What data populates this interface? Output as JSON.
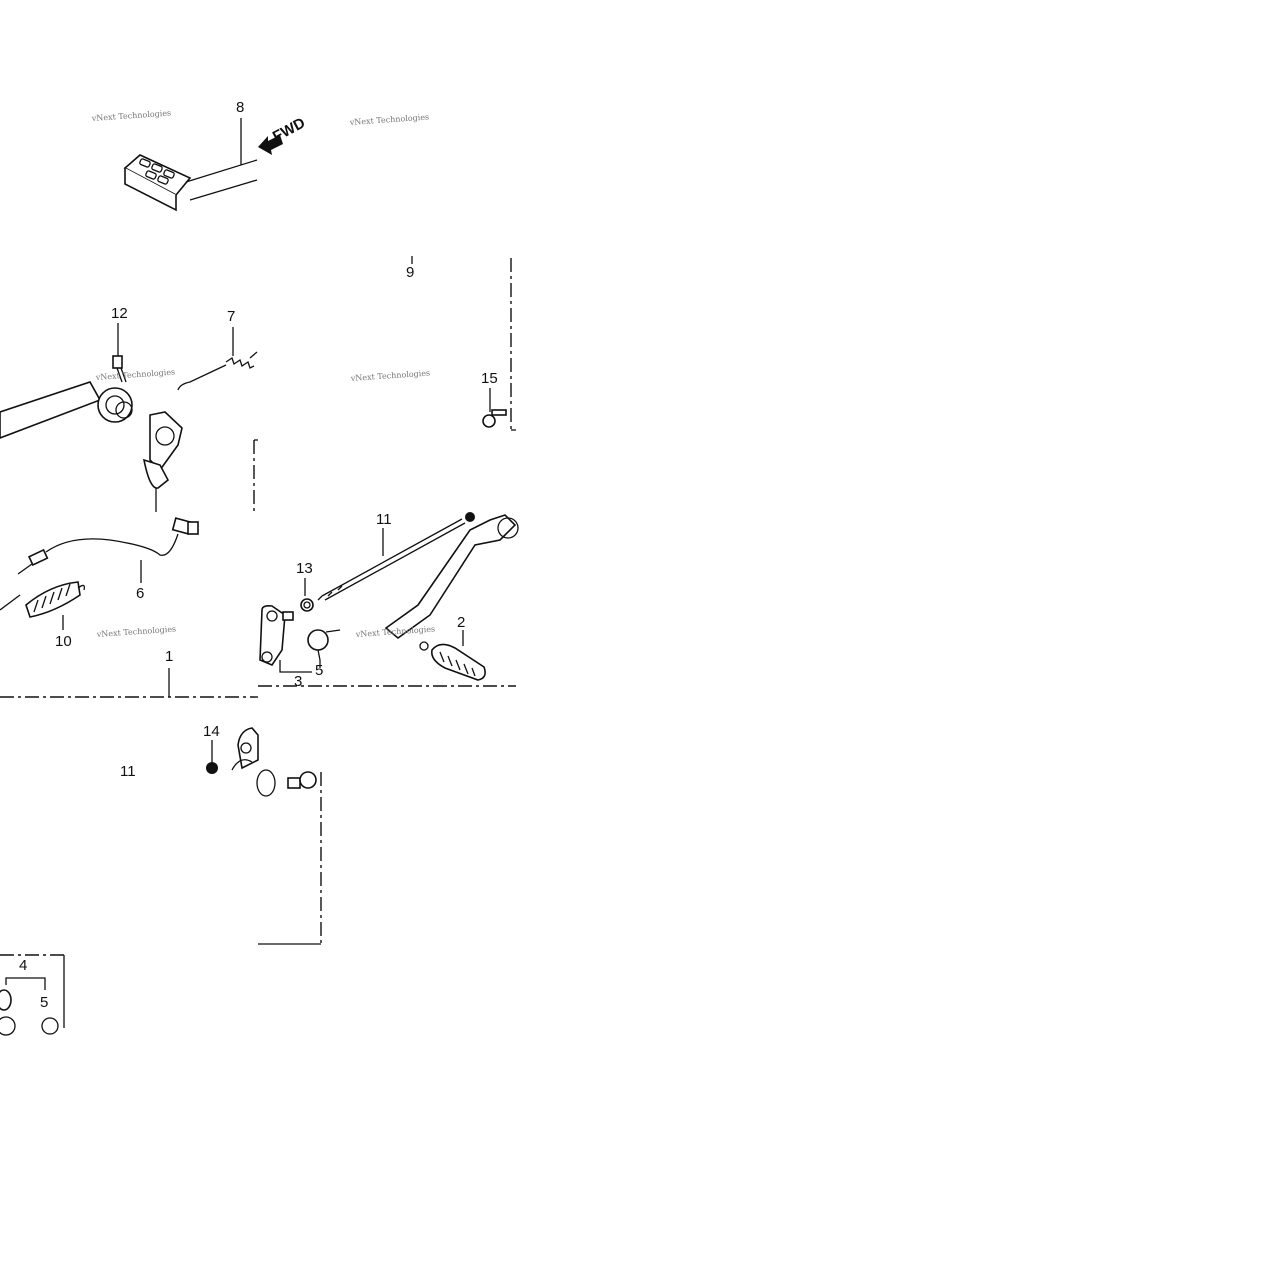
{
  "watermark": "vNext Technologies",
  "fwd_label": "FWD",
  "callouts": {
    "c8": "8",
    "c9": "9",
    "c12": "12",
    "c7": "7",
    "c15": "15",
    "c6": "6",
    "c10": "10",
    "c1": "1",
    "c11": "11",
    "c13": "13",
    "c2": "2",
    "c5": "5",
    "c3": "3",
    "c14": "14",
    "c11b": "11",
    "c4": "4",
    "c5b": "5"
  }
}
